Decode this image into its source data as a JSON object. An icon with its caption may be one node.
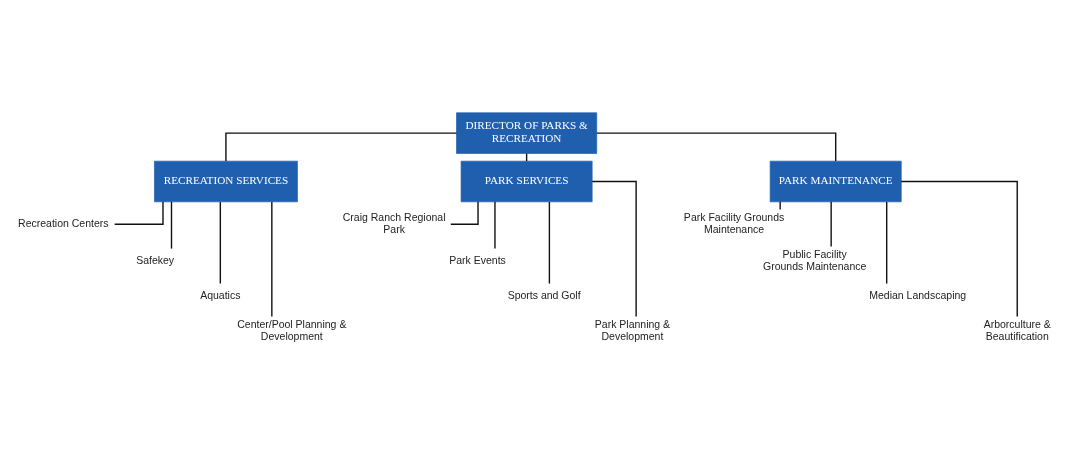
{
  "diagram": {
    "nodes": [
      {
        "text": [
          "DIRECTOR OF PARKS & RECREATION"
        ]
      },
      {
        "text": [
          "RECREATION SERVICES"
        ]
      },
      {
        "text": [
          "PARK SERVICES"
        ]
      },
      {
        "text": [
          "PARK MAINTENANCE"
        ]
      },
      {
        "text": [
          "Recreation Centers"
        ]
      },
      {
        "text": [
          "Safekey"
        ]
      },
      {
        "text": [
          "Aquatics"
        ]
      },
      {
        "text": [
          "Center/Pool Planning & Development"
        ]
      },
      {
        "text": [
          "Craig Ranch Regional Park"
        ]
      },
      {
        "text": [
          "Park Events"
        ]
      },
      {
        "text": [
          "Sports and Golf"
        ]
      },
      {
        "text": [
          "Park Planning & Development"
        ]
      },
      {
        "text": [
          "Park Facility Grounds Maintenance"
        ]
      },
      {
        "text": [
          "Public Facility Grounds Maintenance"
        ]
      },
      {
        "text": [
          "Median Landscaping"
        ]
      },
      {
        "text": [
          "Arborculture & Beautification"
        ]
      }
    ],
    "edges": [
      {
        "from": 0,
        "to": 1,
        "arrow": "none"
      },
      {
        "from": 0,
        "to": 2,
        "arrow": "none"
      },
      {
        "from": 0,
        "to": 3,
        "arrow": "none"
      },
      {
        "from": 1,
        "to": 4,
        "arrow": "none"
      },
      {
        "from": 1,
        "to": 5,
        "arrow": "none"
      },
      {
        "from": 1,
        "to": 6,
        "arrow": "none"
      },
      {
        "from": 1,
        "to": 7,
        "arrow": "none"
      },
      {
        "from": 2,
        "to": 8,
        "arrow": "none"
      },
      {
        "from": 2,
        "to": 9,
        "arrow": "none"
      },
      {
        "from": 2,
        "to": 10,
        "arrow": "none"
      },
      {
        "from": 2,
        "to": 11,
        "arrow": "none"
      },
      {
        "from": 3,
        "to": 12,
        "arrow": "none"
      },
      {
        "from": 3,
        "to": 13,
        "arrow": "none"
      },
      {
        "from": 3,
        "to": 14,
        "arrow": "none"
      },
      {
        "from": 3,
        "to": 15,
        "arrow": "none"
      }
    ]
  }
}
